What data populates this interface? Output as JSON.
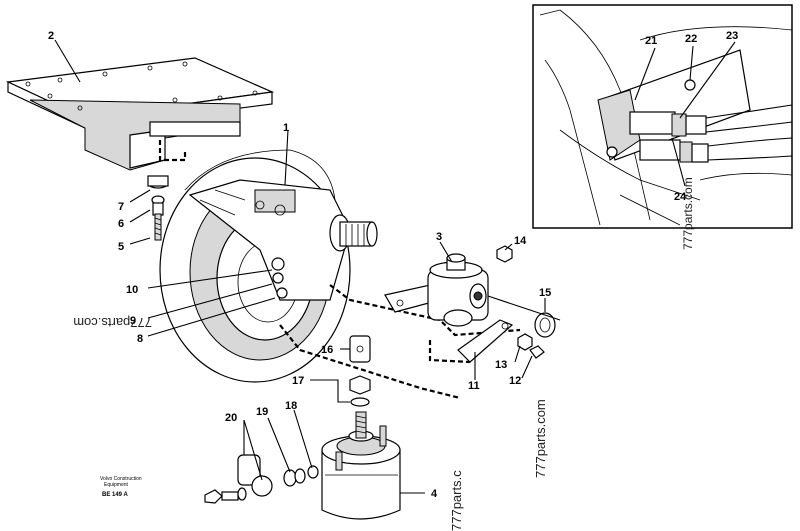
{
  "callouts": {
    "c1": "1",
    "c2": "2",
    "c3": "3",
    "c4": "4",
    "c5": "5",
    "c6": "6",
    "c7": "7",
    "c8": "8",
    "c9": "9",
    "c10": "10",
    "c11": "11",
    "c12": "12",
    "c13": "13",
    "c14": "14",
    "c15": "15",
    "c16": "16",
    "c17": "17",
    "c18": "18",
    "c19": "19",
    "c20": "20",
    "c21": "21",
    "c22": "22",
    "c23": "23",
    "c24": "24"
  },
  "watermarks": {
    "left": "777parts.com",
    "inset": "777parts.com",
    "right": "777parts.com",
    "bottom": "777parts.c"
  },
  "footer": {
    "maker_line1": "Volvo Construction",
    "maker_line2": "Equipment",
    "code": "BE 149 A"
  }
}
